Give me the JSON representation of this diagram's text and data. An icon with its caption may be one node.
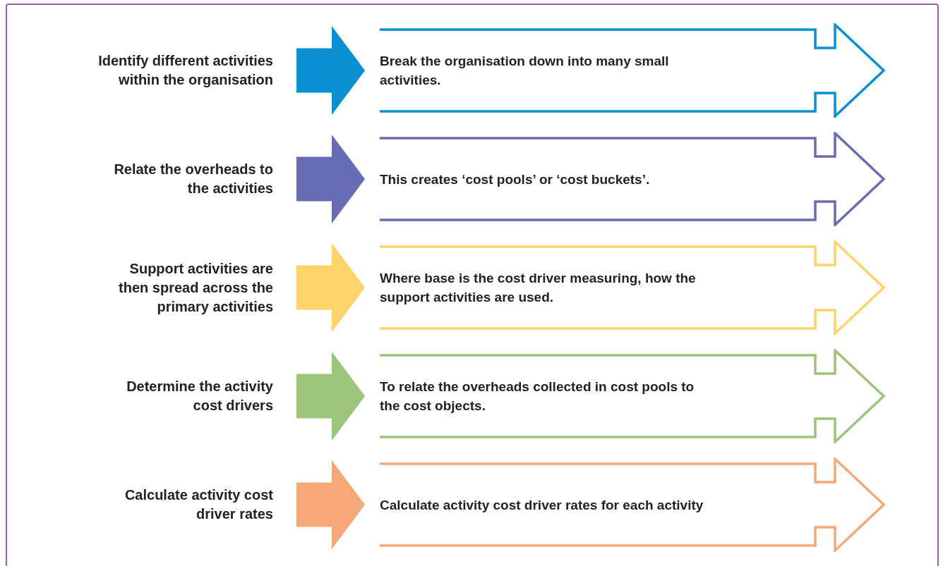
{
  "diagram": {
    "nodes": [
      {
        "text": [
          "Identify different activities within the organisation"
        ]
      },
      {
        "text": [
          "Break the organisation down into many small activities."
        ]
      },
      {
        "text": [
          "Relate the overheads to the activities"
        ]
      },
      {
        "text": [
          "This creates ‘cost pools’ or ‘cost buckets’."
        ]
      },
      {
        "text": [
          "Support activities are then spread across the primary activities"
        ]
      },
      {
        "text": [
          "Where base is the cost driver measuring, how the support activities are used."
        ]
      },
      {
        "text": [
          "Determine the activity cost drivers"
        ]
      },
      {
        "text": [
          "To relate the overheads collected in cost pools to the cost objects."
        ]
      },
      {
        "text": [
          "Calculate activity cost driver rates"
        ]
      },
      {
        "text": [
          "Calculate activity cost driver rates for each activity"
        ]
      }
    ],
    "edges": [
      {
        "from": 0,
        "to": 1,
        "arrow": "to",
        "style": "thick",
        "color": "#0a8fd3"
      },
      {
        "from": 2,
        "to": 3,
        "arrow": "to",
        "style": "thick",
        "color": "#686cb3"
      },
      {
        "from": 4,
        "to": 5,
        "arrow": "to",
        "style": "thick",
        "color": "#fdd36a"
      },
      {
        "from": 6,
        "to": 7,
        "arrow": "to",
        "style": "thick",
        "color": "#9cc47a"
      },
      {
        "from": 8,
        "to": 9,
        "arrow": "to",
        "style": "thick",
        "color": "#f6a878"
      }
    ]
  }
}
